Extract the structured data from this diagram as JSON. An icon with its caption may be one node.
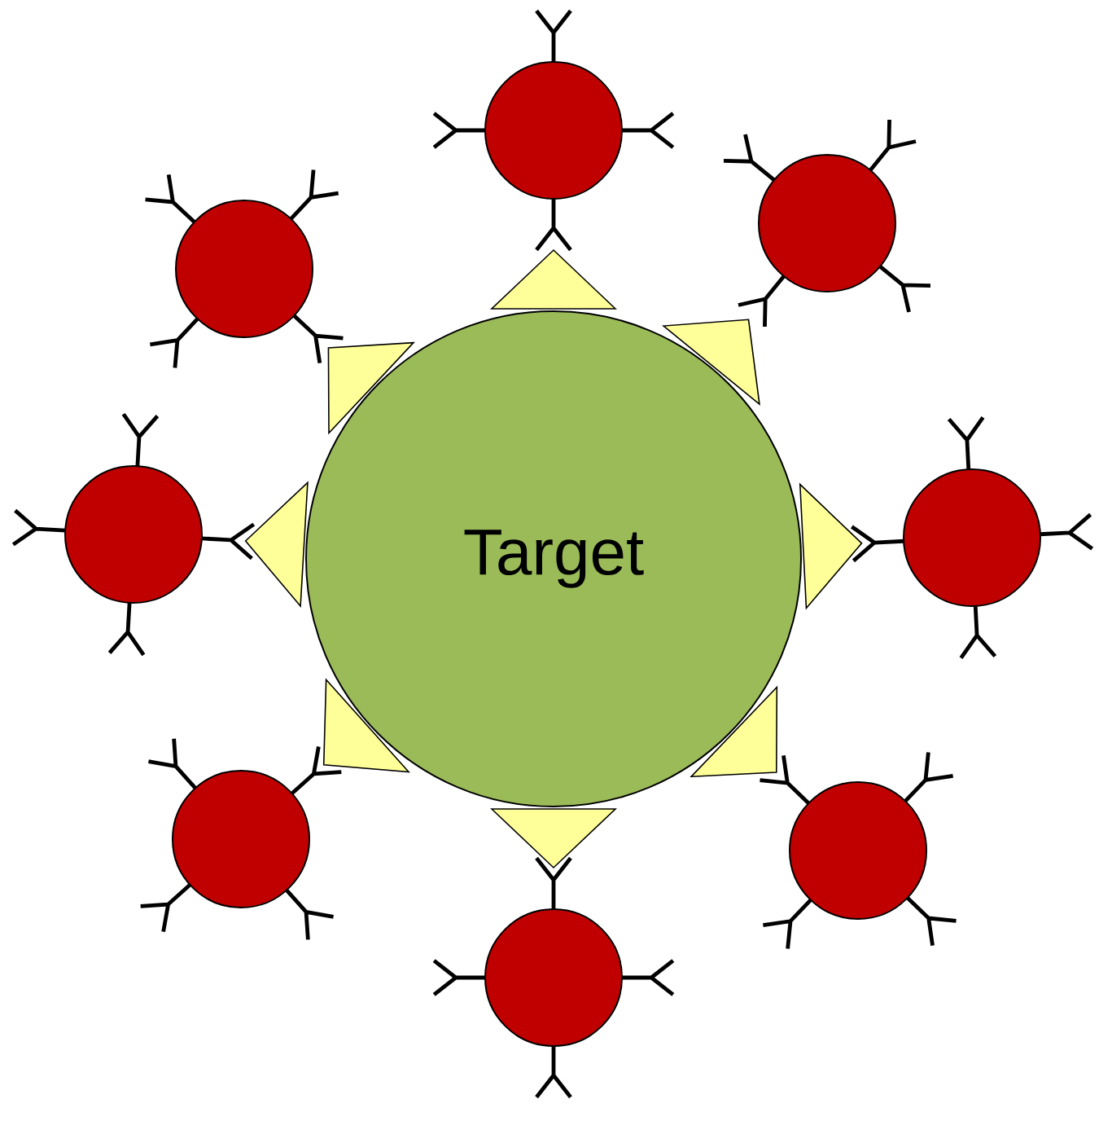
{
  "diagram": {
    "nodes": [
      {
        "text": [
          "Target"
        ]
      },
      {
        "text": [],
        "shape": "circle"
      },
      {
        "text": [],
        "shape": "circle"
      },
      {
        "text": [],
        "shape": "circle"
      },
      {
        "text": [],
        "shape": "circle"
      },
      {
        "text": [],
        "shape": "circle"
      },
      {
        "text": [],
        "shape": "circle"
      },
      {
        "text": [],
        "shape": "circle"
      },
      {
        "text": [],
        "shape": "circle"
      },
      {
        "text": [],
        "shape": "triangle"
      },
      {
        "text": [],
        "shape": "triangle"
      },
      {
        "text": [],
        "shape": "triangle"
      },
      {
        "text": [],
        "shape": "triangle"
      },
      {
        "text": [],
        "shape": "triangle"
      },
      {
        "text": [],
        "shape": "triangle"
      },
      {
        "text": [],
        "shape": "triangle"
      },
      {
        "text": [],
        "shape": "triangle"
      }
    ]
  }
}
